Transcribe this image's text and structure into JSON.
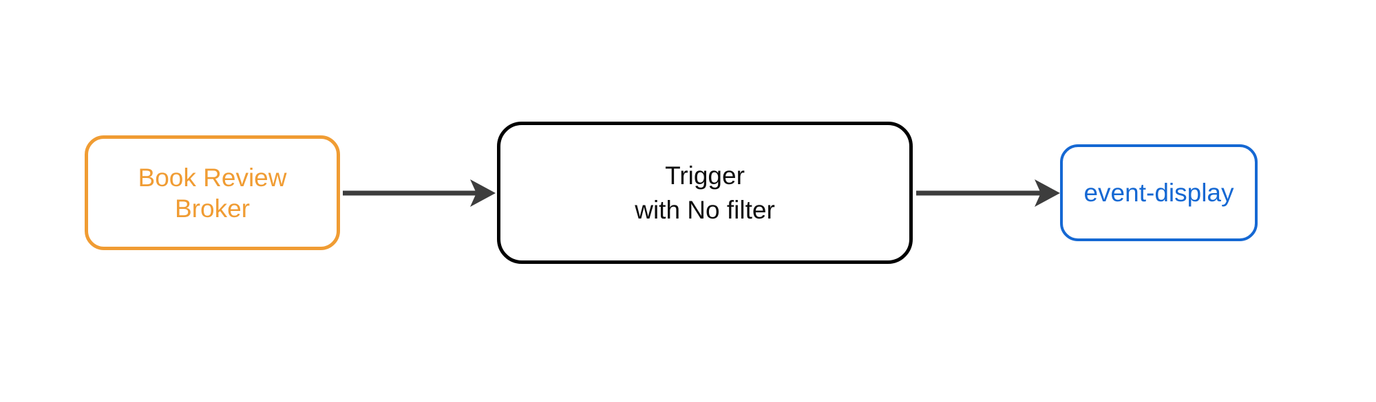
{
  "diagram": {
    "background_color": "#ffffff",
    "arrow_color": "#3d3d3d",
    "nodes": [
      {
        "id": "book-review-broker",
        "type": "broker",
        "label_lines": [
          "Book Review",
          "Broker"
        ],
        "accent_color": "#f09c33",
        "text_color": "#f09c33",
        "fill_color": "#ffffff"
      },
      {
        "id": "trigger",
        "type": "trigger",
        "label_lines": [
          "Trigger",
          "with No filter"
        ],
        "accent_color": "#000000",
        "text_color": "#0d0d0d",
        "fill_color": "#ffffff"
      },
      {
        "id": "event-display",
        "type": "service",
        "label_lines": [
          "event-display"
        ],
        "accent_color": "#1568d3",
        "text_color": "#1568d3",
        "fill_color": "#ffffff"
      }
    ],
    "edges": [
      {
        "from": "book-review-broker",
        "to": "trigger"
      },
      {
        "from": "trigger",
        "to": "event-display"
      }
    ]
  }
}
